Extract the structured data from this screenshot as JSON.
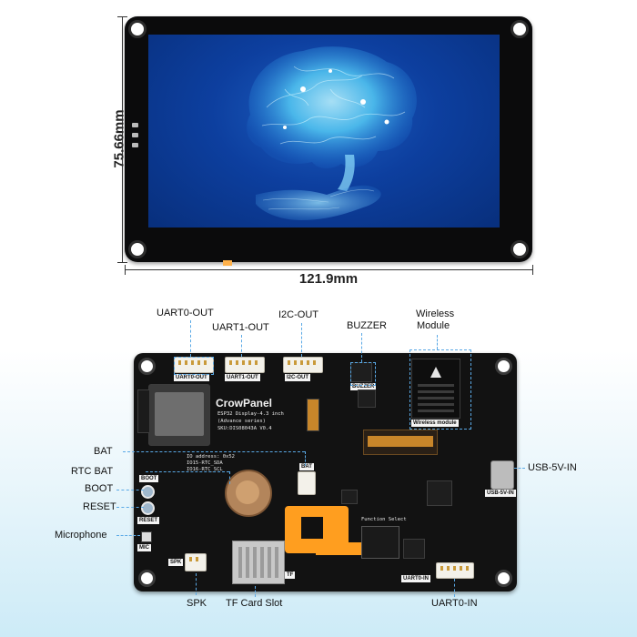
{
  "dimensions": {
    "height_label": "75.66mm",
    "width_label": "121.9mm"
  },
  "board": {
    "brand": "CrowPanel",
    "silk_lines": [
      "ESP32 Display-4.3 inch",
      "(Advance series)",
      "SKU:DIS08043A    V0.4"
    ],
    "i2c_lines": [
      "IO address: 0x52",
      "IO15-RTC_SDA",
      "IO16-RTC_SCL"
    ],
    "function_select": "Function Select",
    "silk_labels": {
      "uart0_out": "UART0-OUT",
      "uart1_out": "UART1-OUT",
      "i2c_out": "I2C-OUT",
      "buzzer": "BUZZER",
      "wireless": "Wireless module",
      "usb": "USB-5V-IN",
      "bat": "BAT",
      "boot": "BOOT",
      "reset": "RESET",
      "mic": "MIC",
      "spk": "SPK",
      "tf": "TF",
      "uart0_in": "UART0-IN"
    }
  },
  "callouts": {
    "uart0_out": "UART0-OUT",
    "uart1_out": "UART1-OUT",
    "i2c_out": "I2C-OUT",
    "buzzer": "BUZZER",
    "wireless_line1": "Wireless",
    "wireless_line2": "Module",
    "bat": "BAT",
    "rtc_bat": "RTC BAT",
    "boot": "BOOT",
    "reset": "RESET",
    "microphone": "Microphone",
    "usb": "USB-5V-IN",
    "spk": "SPK",
    "tf_card": "TF Card Slot",
    "uart0_in": "UART0-IN"
  },
  "colors": {
    "callout_line": "#5aa9e6",
    "screen_blue": "#0d3f9f",
    "brain_glow": "#6fe3ff",
    "pcb": "#121212",
    "fpc_orange": "#ff9e1f"
  }
}
